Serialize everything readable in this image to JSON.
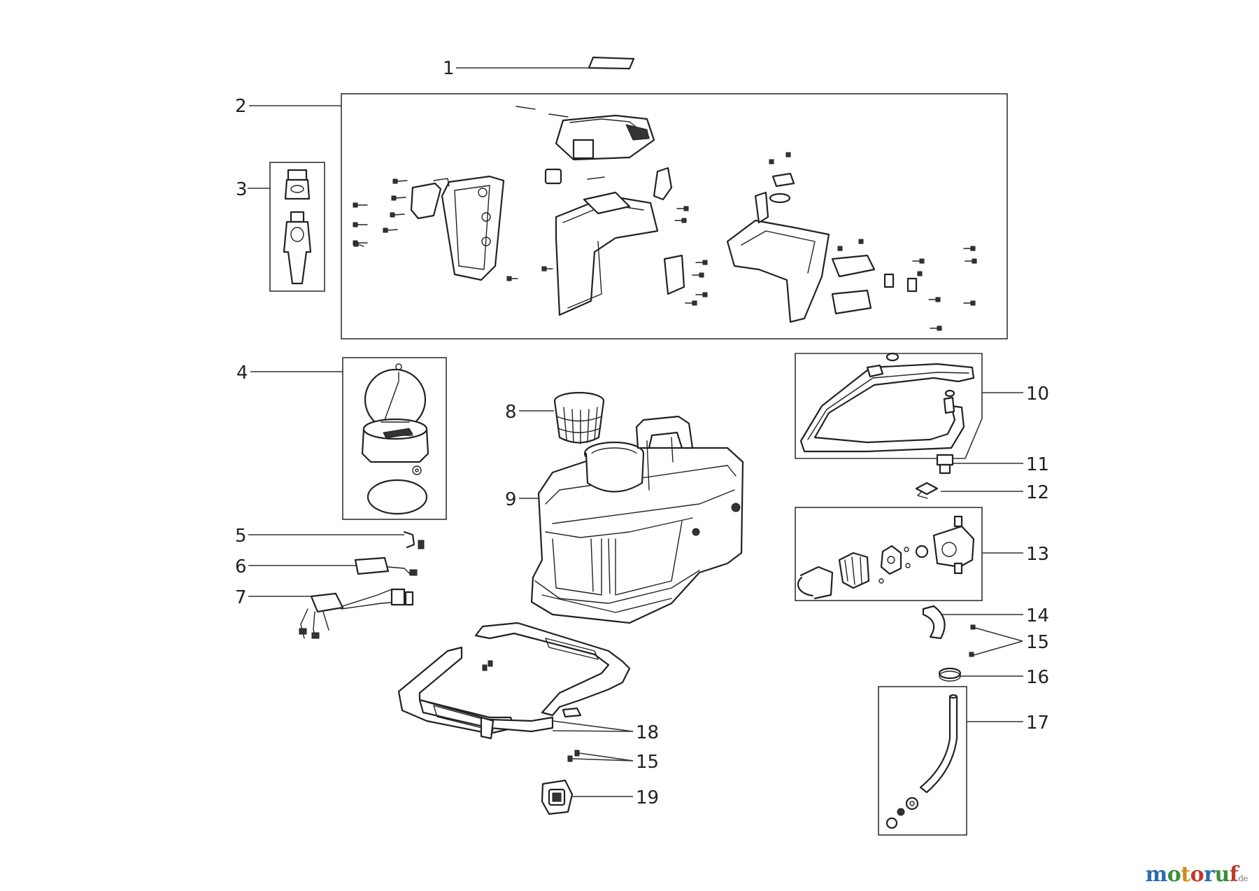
{
  "callouts": {
    "c1": "1",
    "c2": "2",
    "c3": "3",
    "c4": "4",
    "c5": "5",
    "c6": "6",
    "c7": "7",
    "c8": "8",
    "c9": "9",
    "c10": "10",
    "c11": "11",
    "c12": "12",
    "c13": "13",
    "c14": "14",
    "c15a": "15",
    "c15b": "15",
    "c16": "16",
    "c17": "17",
    "c18": "18",
    "c19": "19"
  },
  "watermark": {
    "parts": [
      "m",
      "o",
      "t",
      "o",
      "r",
      "u",
      "f"
    ],
    "colors": [
      "#2b6cb0",
      "#3a8e3a",
      "#d08a1a",
      "#c0392b",
      "#2b6cb0",
      "#3a8e3a",
      "#c0392b"
    ],
    "suffix": "de"
  }
}
